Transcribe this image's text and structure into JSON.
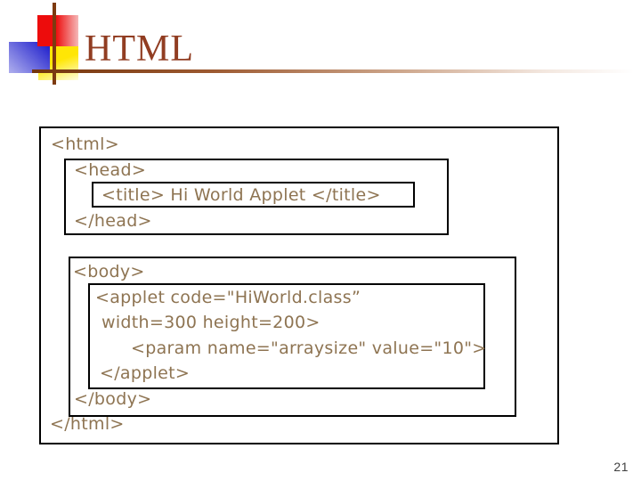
{
  "slide": {
    "title": "HTML",
    "page_number": "21"
  },
  "code_lines": [
    {
      "text": "<html>"
    },
    {
      "text": "<head>"
    },
    {
      "text": "<title> Hi World Applet </title>"
    },
    {
      "text": "</head>"
    },
    {
      "text": "<body>"
    },
    {
      "text": "<applet code=\"HiWorld.class”"
    },
    {
      "text": "width=300 height=200>"
    },
    {
      "text": "<param name=\"arraysize\" value=\"10\">"
    },
    {
      "text": "</applet>"
    },
    {
      "text": "</body>"
    },
    {
      "text": "</html>"
    }
  ],
  "colors": {
    "title-text": "#913d22",
    "code-text": "#8e7452",
    "border-black": "#000000",
    "line-brown": "#7d3a10",
    "logo-red": "#ed0c0c",
    "logo-blue": "#2020cc",
    "logo-yellow": "#ffe605"
  }
}
